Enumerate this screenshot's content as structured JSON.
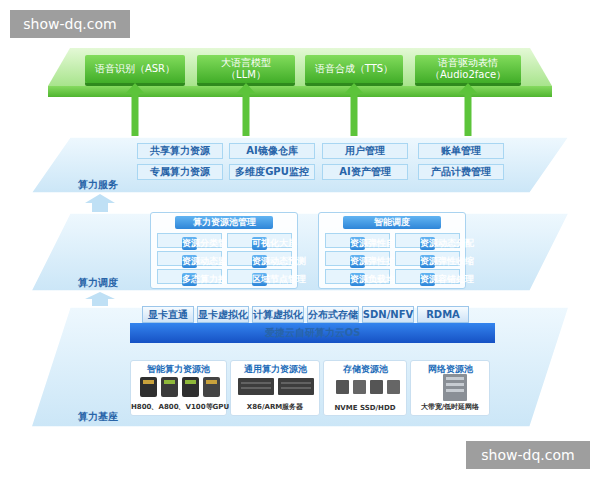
{
  "diagram": {
    "nodes": [
      {
        "text": [
          "语音识别（ASR）"
        ]
      },
      {
        "text": [
          "大语言模型 （LLM）"
        ]
      },
      {
        "text": [
          "语音合成（TTS）"
        ]
      },
      {
        "text": [
          "语音驱动表情 （Audio2face）"
        ]
      },
      {
        "text": [
          "算力服务"
        ]
      },
      {
        "text": [
          "共享算力资源"
        ],
        "in": 4
      },
      {
        "text": [
          "AI镜像仓库"
        ],
        "in": 4
      },
      {
        "text": [
          "用户管理"
        ],
        "in": 4
      },
      {
        "text": [
          "账单管理"
        ],
        "in": 4
      },
      {
        "text": [
          "专属算力资源"
        ],
        "in": 4
      },
      {
        "text": [
          "多维度GPU监控"
        ],
        "in": 4
      },
      {
        "text": [
          "AI资产管理"
        ],
        "in": 4
      },
      {
        "text": [
          "产品计费管理"
        ],
        "in": 4
      },
      {
        "text": [
          "算力调度"
        ]
      },
      {
        "text": [
          "算力资源池管理"
        ],
        "in": 13
      },
      {
        "text": [
          "资源分类管理"
        ],
        "in": 14
      },
      {
        "text": [
          "可视化大屏"
        ],
        "in": 14
      },
      {
        "text": [
          "资源动态监控"
        ],
        "in": 14
      },
      {
        "text": [
          "资源动态预测"
        ],
        "in": 14
      },
      {
        "text": [
          "多态算力接入"
        ],
        "in": 14
      },
      {
        "text": [
          "区域节点管理"
        ],
        "in": 14
      },
      {
        "text": [
          "智能调度"
        ],
        "in": 13
      },
      {
        "text": [
          "资源弹性自愈"
        ],
        "in": 21
      },
      {
        "text": [
          "资源动态分配"
        ],
        "in": 21
      },
      {
        "text": [
          "资源弹性扩张"
        ],
        "in": 21
      },
      {
        "text": [
          "资源弹性收缩"
        ],
        "in": 21
      },
      {
        "text": [
          "资源负载均衡"
        ],
        "in": 21
      },
      {
        "text": [
          "资源容错处理"
        ],
        "in": 21
      },
      {
        "text": [
          "算力基座"
        ]
      },
      {
        "text": [
          "显卡直通"
        ],
        "in": 28
      },
      {
        "text": [
          "显卡虚拟化"
        ],
        "in": 28
      },
      {
        "text": [
          "计算虚拟化"
        ],
        "in": 28
      },
      {
        "text": [
          "分布式存储"
        ],
        "in": 28
      },
      {
        "text": [
          "SDN/NFV"
        ],
        "in": 28
      },
      {
        "text": [
          "RDMA"
        ],
        "in": 28
      },
      {
        "text": [
          "爱捷云自研算力云OS"
        ],
        "in": 28
      },
      {
        "text": [
          "智能算力资源池",
          "H800、A800、V100等GPU"
        ],
        "in": 28
      },
      {
        "text": [
          "通用算力资源池",
          "X86/ARM服务器"
        ],
        "in": 28
      },
      {
        "text": [
          "存储资源池",
          "NVME SSD/HDD"
        ],
        "in": 28
      },
      {
        "text": [
          "网络资源池",
          "大带宽/低时延网络"
        ],
        "in": 28
      }
    ],
    "edges": [
      {
        "from": 4,
        "to": 0,
        "arrow": "to"
      },
      {
        "from": 4,
        "to": 1,
        "arrow": "to"
      },
      {
        "from": 4,
        "to": 2,
        "arrow": "to"
      },
      {
        "from": 4,
        "to": 3,
        "arrow": "to"
      },
      {
        "from": 28,
        "to": 13,
        "arrow": "to"
      },
      {
        "from": 13,
        "to": 4,
        "arrow": "to"
      }
    ],
    "labels": [
      "show-dq.com",
      "show-dq.com"
    ]
  }
}
